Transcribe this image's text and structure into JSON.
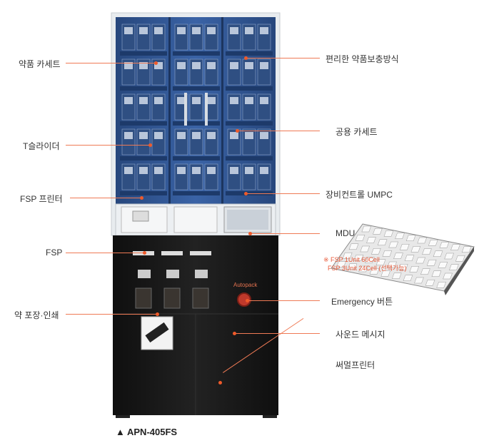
{
  "labels": {
    "cassette": "약품 카세트",
    "t_slider": "T슬라이더",
    "fsp_printer": "FSP 프린터",
    "fsp": "FSP",
    "pack_print": "약 포장·인쇄",
    "easy_refill": "편리한 약품보충방식",
    "common_cassette": "공용 카세트",
    "umpc": "장비컨트롤 UMPC",
    "mdu": "MDU",
    "emergency": "Emergency 버튼",
    "sound": "사운드 메시지",
    "thermal": "써멀프린터"
  },
  "mdu_note": {
    "line1": "※ FSP 1Unit 60Cell",
    "line2": "FSP 3Unit 24Cell (선택가능)"
  },
  "machine": {
    "brand": "Autopack",
    "model_caption": "▲ APN-405FS"
  },
  "colors": {
    "accent": "#ef5a2a",
    "cabinet": "#1a1a1a",
    "glass": "#2a4f8a"
  }
}
